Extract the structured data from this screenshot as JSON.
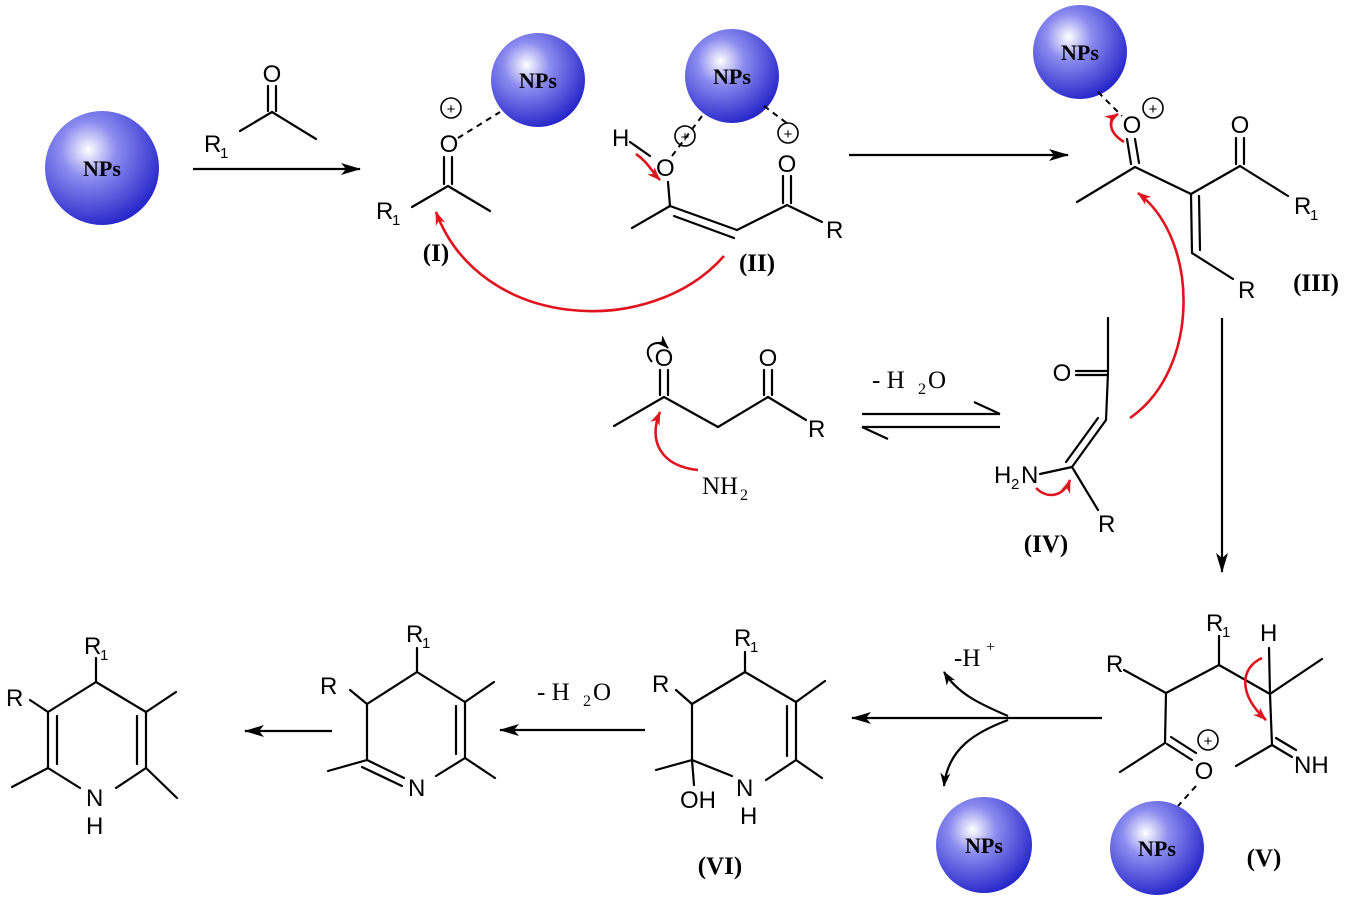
{
  "nanoparticle_label": "NPs",
  "compound_labels": {
    "I": "(I)",
    "II": "(II)",
    "III": "(III)",
    "IV": "(IV)",
    "V": "(V)",
    "VI": "(VI)"
  },
  "conditions": {
    "minus_water_prefix": "- H",
    "water_sub": "2",
    "water_suffix": "O",
    "minus_proton": "-H",
    "proton_charge": "+"
  },
  "atoms": {
    "O": "O",
    "H": "H",
    "N": "N",
    "NH": "NH",
    "OH": "OH",
    "R": "R",
    "R1_main": "R",
    "R1_sub": "1",
    "NH2_main": "NH",
    "NH2_sub": "2",
    "H2N_main": "H",
    "H2N_sub": "2",
    "H2N_tail": "N",
    "plus": "+"
  },
  "colors": {
    "nanoparticle": "#3232d8",
    "mechanism_arrow": "#e0141e",
    "bond": "#000000"
  }
}
